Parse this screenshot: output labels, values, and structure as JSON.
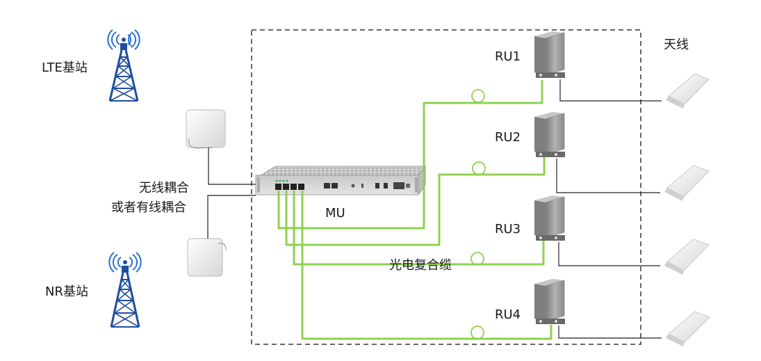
{
  "diagram": {
    "lte_station_label": "LTE基站",
    "nr_station_label": "NR基站",
    "coupling_label_line1": "无线耦合",
    "coupling_label_line2": "或者有线耦合",
    "mu_label": "MU",
    "cable_label": "光电复合缆",
    "antenna_label": "天线",
    "remote_units": [
      {
        "label": "RU1"
      },
      {
        "label": "RU2"
      },
      {
        "label": "RU3"
      },
      {
        "label": "RU4"
      }
    ],
    "colors": {
      "fiber": "#8fd14f",
      "cable": "#222222",
      "frame": "#333333",
      "tower": "#1f4e9e",
      "signal": "#2a6fd6",
      "unit_body": "#9a9a9a"
    }
  }
}
